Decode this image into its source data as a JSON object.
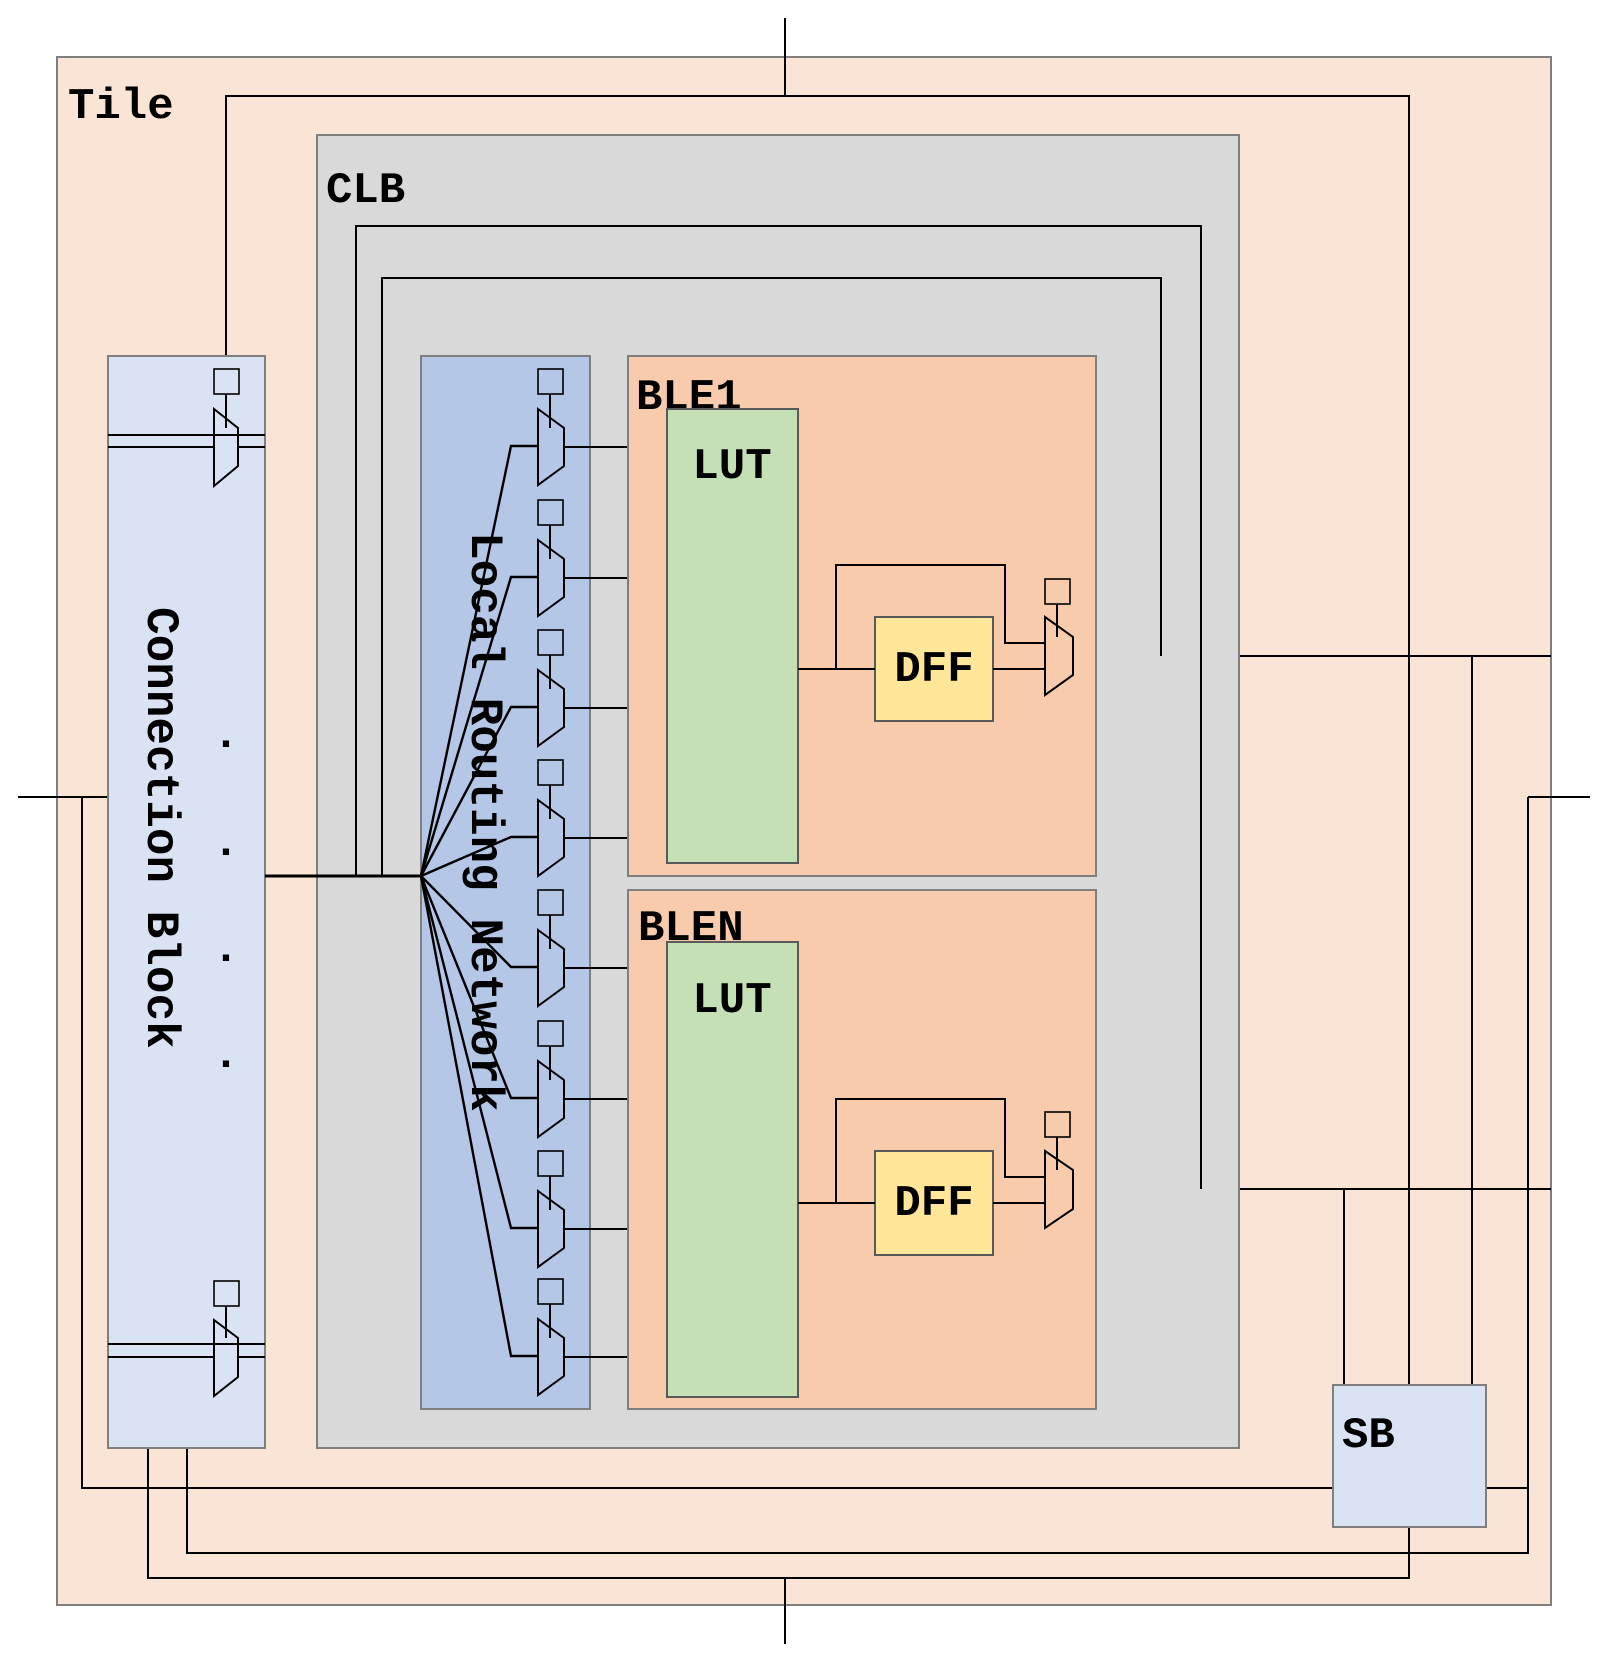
{
  "tile": {
    "label": "Tile",
    "fill": "#fae4d6"
  },
  "clb": {
    "label": "CLB",
    "fill": "#d9d9d9"
  },
  "connection_block": {
    "label": "Connection Block",
    "fill": "#dae3f3",
    "dots": "·"
  },
  "local_routing": {
    "label": "Local Routing Network",
    "fill": "#b4c7e7",
    "label_color": "#ff0000"
  },
  "ble_fill": "#f8cbad",
  "lut_fill": "#c5e0b4",
  "dff_fill": "#ffe699",
  "bles": [
    {
      "label": "BLE1",
      "lut_label": "LUT",
      "dff_label": "DFF"
    },
    {
      "label": "BLEN",
      "lut_label": "LUT",
      "dff_label": "DFF"
    }
  ],
  "switch_block": {
    "label": "SB",
    "fill": "#dae3f3"
  }
}
